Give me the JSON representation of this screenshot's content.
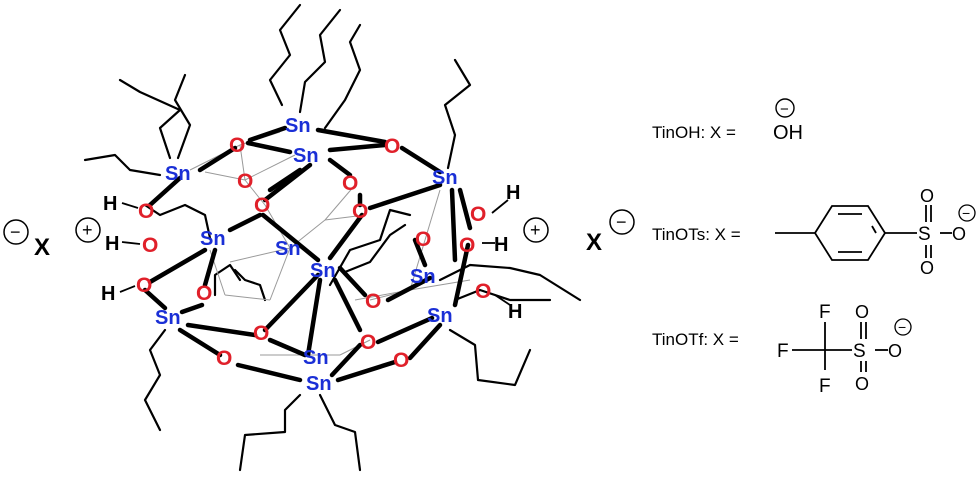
{
  "atoms": {
    "sn": "Sn",
    "o": "O",
    "h": "H"
  },
  "counter_ion": {
    "symbol": "X",
    "minus": "−",
    "plus": "+"
  },
  "legend": [
    {
      "label": "TinOH: X =",
      "group": "OH",
      "charge": "−"
    },
    {
      "label": "TinOTs: X =",
      "s": "S",
      "o": "O",
      "charge": "−"
    },
    {
      "label": "TinOTf: X =",
      "f": "F",
      "s": "S",
      "o": "O",
      "charge": "−"
    }
  ]
}
